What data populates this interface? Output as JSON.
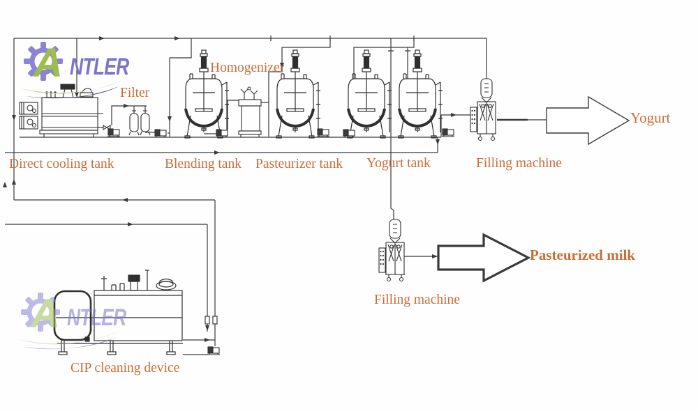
{
  "diagram": {
    "brand": {
      "letter_a": "A",
      "rest": "NTLER"
    },
    "equipment_labels": {
      "filter": "Filter",
      "homogenizer": "Homogenizer",
      "direct_cooling_tank": "Direct cooling tank",
      "blending_tank": "Blending tank",
      "pasteurizer_tank": "Pasteurizer tank",
      "yogurt_tank": "Yogurt tank",
      "filling_machine_top": "Filling machine",
      "filling_machine_bottom": "Filling machine",
      "cip_cleaning_device": "CIP cleaning device"
    },
    "outputs": {
      "yogurt": "Yogurt",
      "pasteurized_milk": "Pasteurized milk"
    },
    "colors": {
      "label_orange": "#c96e38",
      "line_dark": "#2f2f2f",
      "brand_purple": "#7b74ca",
      "brand_green": "#9dbd4e",
      "brand_swoosh_green": "#c2d49b",
      "brand_wave_navy": "#5c5a90"
    }
  }
}
